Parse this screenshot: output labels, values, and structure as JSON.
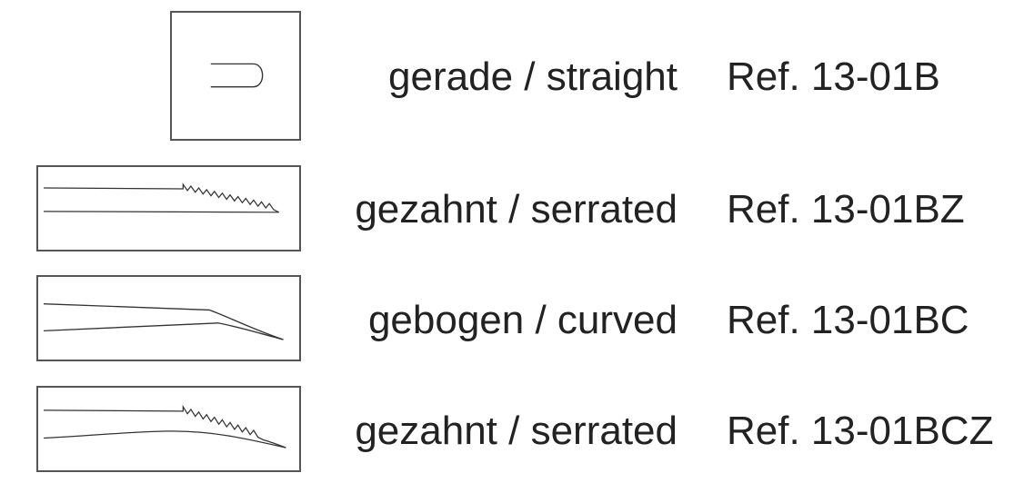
{
  "rows": [
    {
      "description": "gerade / straight",
      "ref": "Ref. 13-01B",
      "tip_icon": "straight-tip-icon"
    },
    {
      "description": "gezahnt / serrated",
      "ref": "Ref. 13-01BZ",
      "tip_icon": "serrated-tip-icon"
    },
    {
      "description": "gebogen / curved",
      "ref": "Ref. 13-01BC",
      "tip_icon": "curved-tip-icon"
    },
    {
      "description": "gezahnt / serrated",
      "ref": "Ref. 13-01BCZ",
      "tip_icon": "curved-serrated-tip-icon"
    }
  ],
  "colors": {
    "frame": "#555555",
    "line": "#333333",
    "text": "#222222"
  }
}
